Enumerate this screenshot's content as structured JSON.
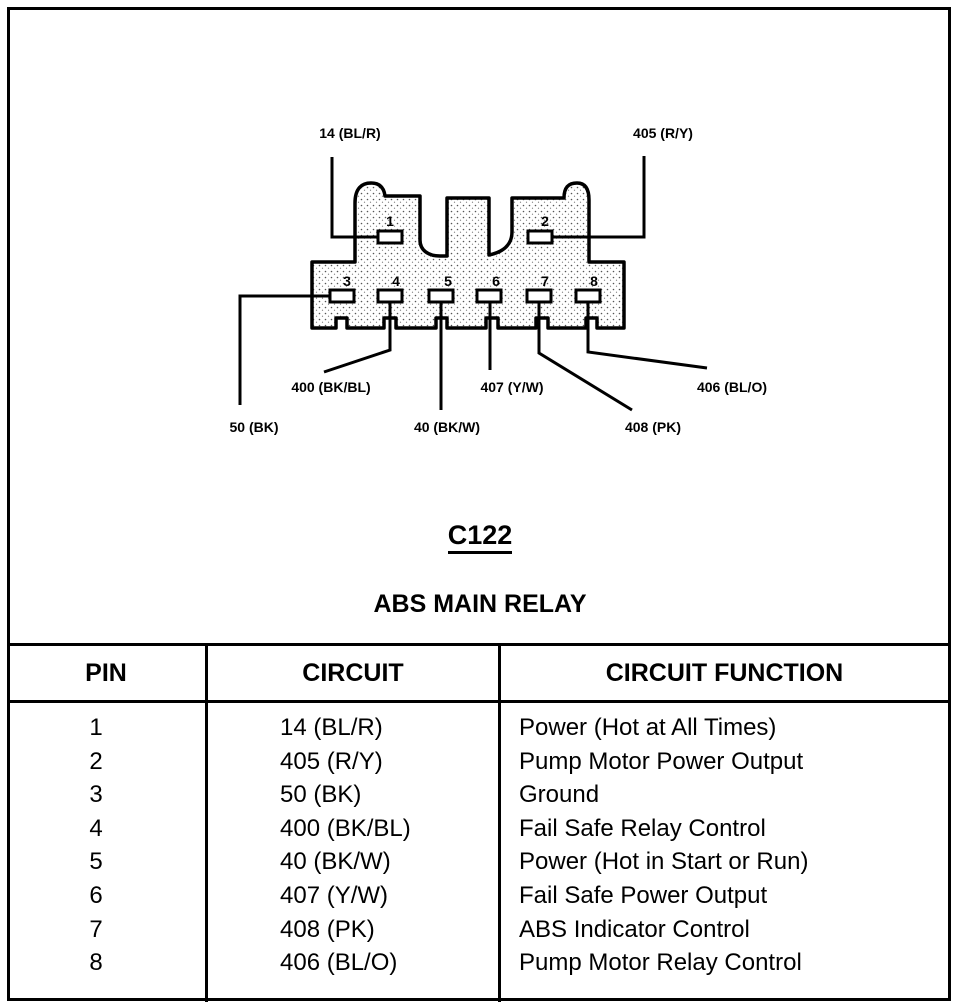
{
  "connector": {
    "id": "C122",
    "name": "ABS MAIN RELAY",
    "pin_numbers": [
      "1",
      "2",
      "3",
      "4",
      "5",
      "6",
      "7",
      "8"
    ],
    "wire_labels": {
      "pin1": "14 (BL/R)",
      "pin2": "405 (R/Y)",
      "pin3": "50 (BK)",
      "pin4": "400 (BK/BL)",
      "pin5": "40 (BK/W)",
      "pin6": "407 (Y/W)",
      "pin7": "408 (PK)",
      "pin8": "406 (BL/O)"
    },
    "colors": {
      "line": "#000000",
      "body_fill": "#e6e6e6",
      "background": "#ffffff"
    }
  },
  "table": {
    "headers": {
      "pin": "PIN",
      "circuit": "CIRCUIT",
      "function": "CIRCUIT FUNCTION"
    },
    "rows": [
      {
        "pin": "1",
        "circuit": "14 (BL/R)",
        "function": "Power (Hot at All Times)"
      },
      {
        "pin": "2",
        "circuit": "405 (R/Y)",
        "function": "Pump Motor Power Output"
      },
      {
        "pin": "3",
        "circuit": "50 (BK)",
        "function": "Ground"
      },
      {
        "pin": "4",
        "circuit": "400 (BK/BL)",
        "function": "Fail Safe Relay Control"
      },
      {
        "pin": "5",
        "circuit": "40 (BK/W)",
        "function": "Power (Hot in Start or Run)"
      },
      {
        "pin": "6",
        "circuit": "407 (Y/W)",
        "function": "Fail Safe Power Output"
      },
      {
        "pin": "7",
        "circuit": "408 (PK)",
        "function": "ABS Indicator Control"
      },
      {
        "pin": "8",
        "circuit": "406 (BL/O)",
        "function": "Pump Motor Relay Control"
      }
    ]
  }
}
